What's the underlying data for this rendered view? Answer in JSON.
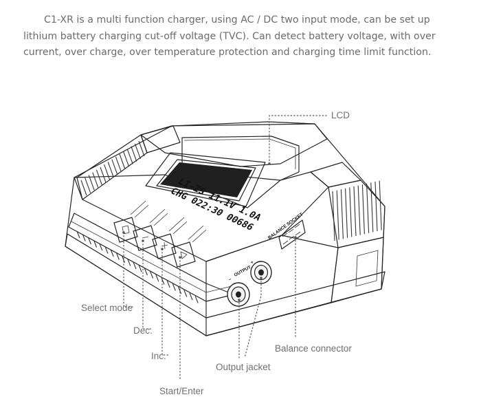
{
  "intro": "C1-XR is a multi function charger, using AC / DC two input mode, can be set up lithium battery charging cut-off voltage (TVC). Can detect battery voltage, with over current, over charge, over temperature protection and charging time limit function.",
  "lcd": {
    "line1": "LI-ZS 11.1V 1.0A",
    "line2": "CHG 022:30 00686"
  },
  "port_labels": {
    "balance": "BALANCE SOCKET",
    "output_minus": "−",
    "output_text": "OUTPUT",
    "output_plus": "+"
  },
  "callouts": {
    "lcd": "LCD",
    "select_mode": "Select mode",
    "dec": "Dec.",
    "inc": "Inc.",
    "start_enter": "Start/Enter",
    "output_jacket": "Output jacket",
    "balance_connector": "Balance  connector"
  },
  "colors": {
    "text": "#6c6c6c",
    "outline": "#222222",
    "leader": "#555555"
  }
}
